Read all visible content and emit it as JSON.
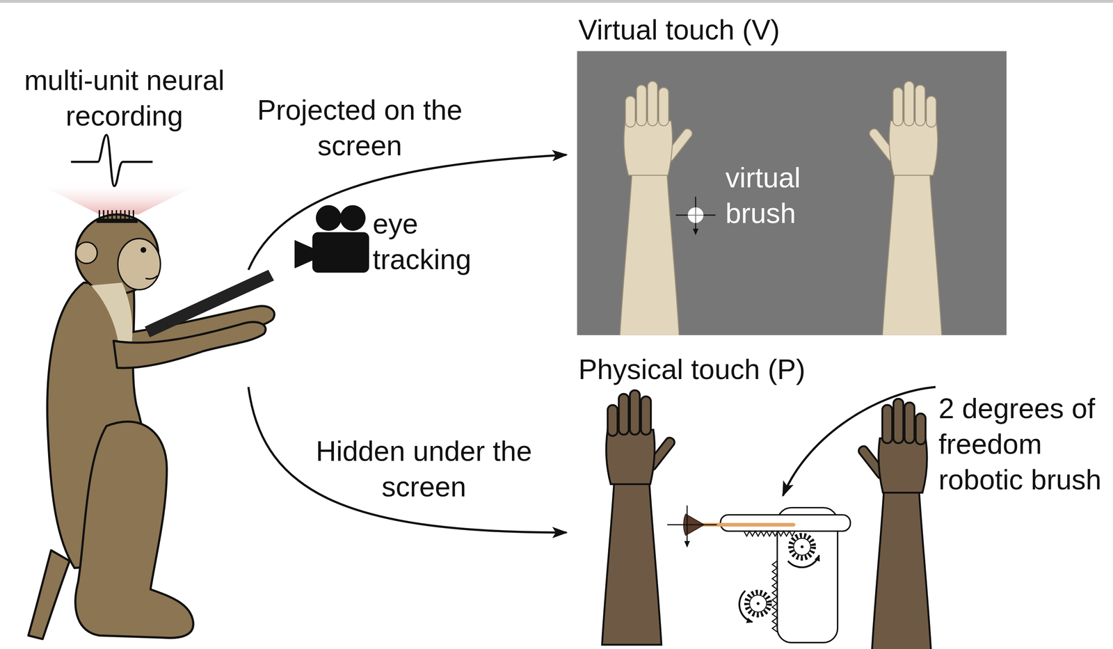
{
  "diagram": {
    "nodes": [
      {
        "text": [
          "Virtual touch (V)",
          "virtual brush"
        ]
      }
    ],
    "labels": [
      "multi-unit neural recording",
      "Projected on the screen",
      "eye tracking",
      "Hidden under the screen",
      "Physical touch (P)",
      "2 degrees of freedom robotic brush"
    ]
  }
}
